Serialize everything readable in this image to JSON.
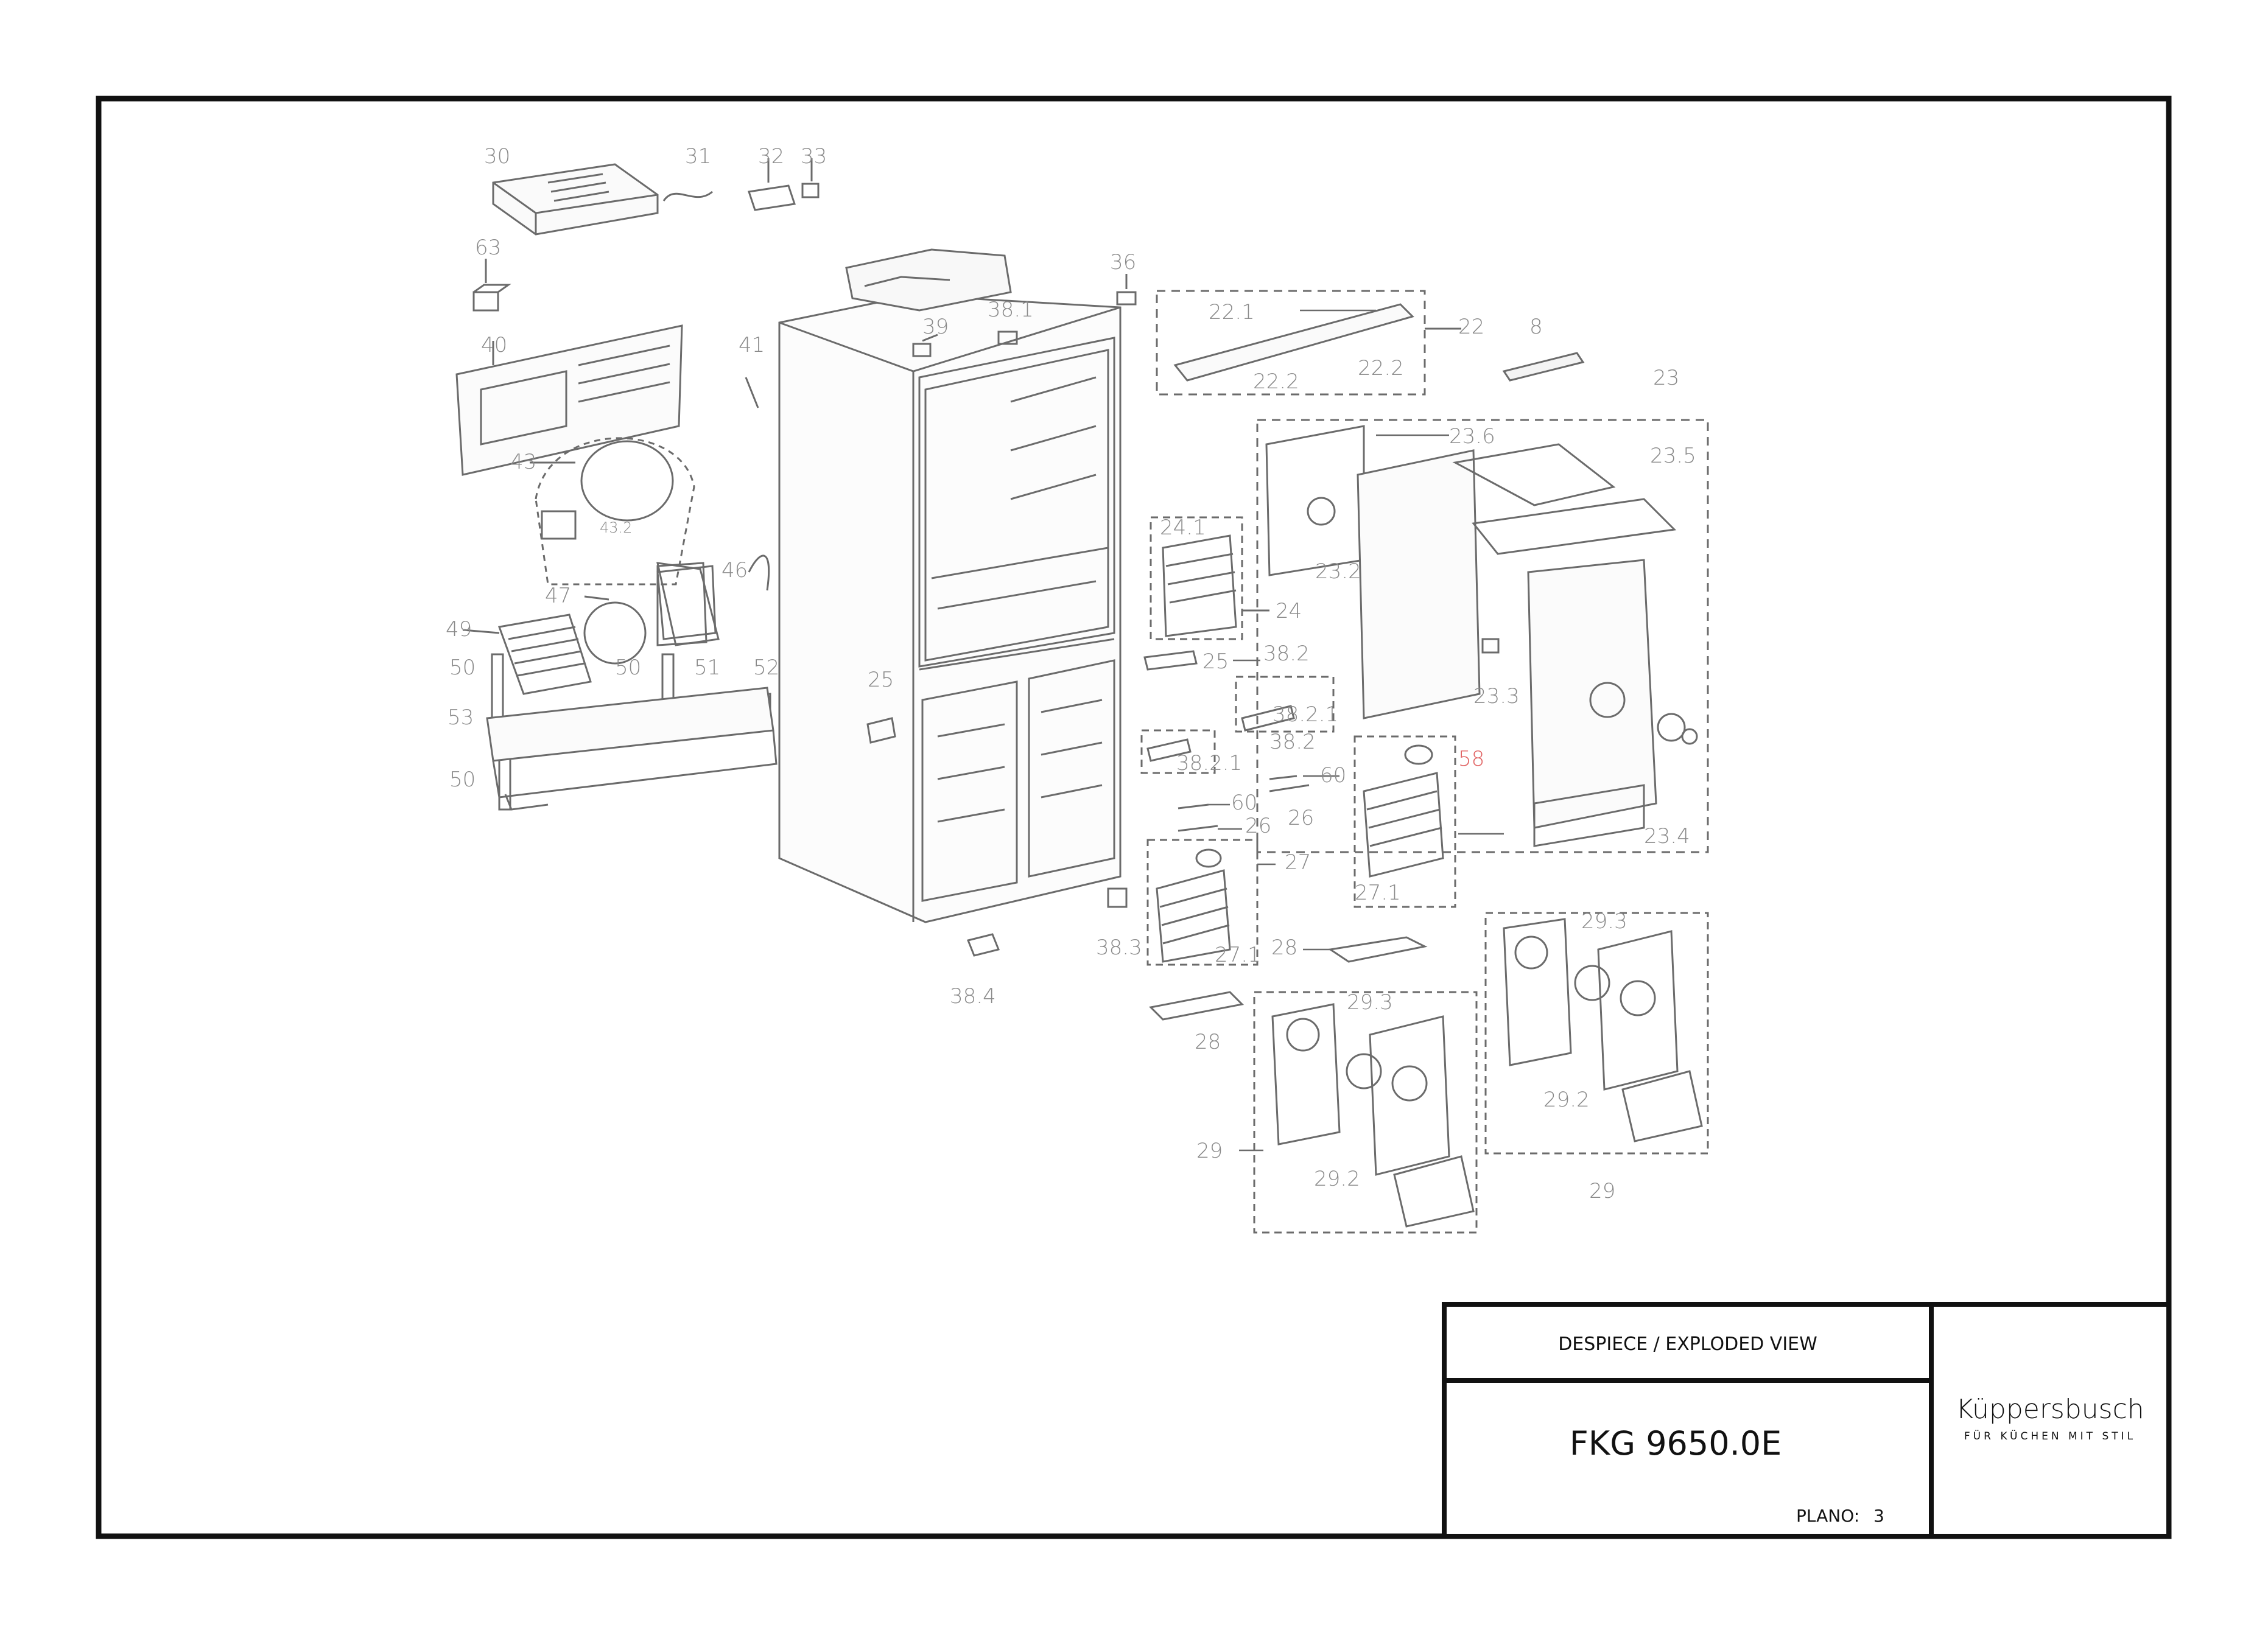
{
  "title_block": {
    "heading": "DESPIECE / EXPLODED VIEW",
    "model": "FKG 9650.0E",
    "plan_label": "PLANO:",
    "plan_number": "3",
    "brand_name": "Küppersbusch",
    "brand_tagline": "FÜR KÜCHEN MIT STIL"
  },
  "part_labels": [
    {
      "id": "l30",
      "text": "30"
    },
    {
      "id": "l31",
      "text": "31"
    },
    {
      "id": "l32",
      "text": "32"
    },
    {
      "id": "l33",
      "text": "33"
    },
    {
      "id": "l63",
      "text": "63"
    },
    {
      "id": "l40",
      "text": "40"
    },
    {
      "id": "l41",
      "text": "41"
    },
    {
      "id": "l43",
      "text": "43"
    },
    {
      "id": "l43_2",
      "text": "43.2"
    },
    {
      "id": "l46",
      "text": "46"
    },
    {
      "id": "l47",
      "text": "47"
    },
    {
      "id": "l49",
      "text": "49"
    },
    {
      "id": "l50a",
      "text": "50"
    },
    {
      "id": "l50b",
      "text": "50"
    },
    {
      "id": "l50c",
      "text": "50"
    },
    {
      "id": "l51",
      "text": "51"
    },
    {
      "id": "l52",
      "text": "52"
    },
    {
      "id": "l53",
      "text": "53"
    },
    {
      "id": "l25a",
      "text": "25"
    },
    {
      "id": "l36",
      "text": "36"
    },
    {
      "id": "l39",
      "text": "39"
    },
    {
      "id": "l38_1",
      "text": "38.1"
    },
    {
      "id": "l22_1",
      "text": "22.1"
    },
    {
      "id": "l22",
      "text": "22"
    },
    {
      "id": "l22_2a",
      "text": "22.2"
    },
    {
      "id": "l22_2b",
      "text": "22.2"
    },
    {
      "id": "l8",
      "text": "8"
    },
    {
      "id": "l23",
      "text": "23"
    },
    {
      "id": "l23_6",
      "text": "23.6"
    },
    {
      "id": "l23_5",
      "text": "23.5"
    },
    {
      "id": "l23_2",
      "text": "23.2"
    },
    {
      "id": "l23_3",
      "text": "23.3"
    },
    {
      "id": "l23_4",
      "text": "23.4"
    },
    {
      "id": "l24_1",
      "text": "24.1"
    },
    {
      "id": "l24",
      "text": "24"
    },
    {
      "id": "l25b",
      "text": "25"
    },
    {
      "id": "l38_2a",
      "text": "38.2"
    },
    {
      "id": "l38_2_1a",
      "text": "38.2.1"
    },
    {
      "id": "l38_2b",
      "text": "38.2"
    },
    {
      "id": "l38_2_1b",
      "text": "38.2.1"
    },
    {
      "id": "l58",
      "text": "58"
    },
    {
      "id": "l60a",
      "text": "60"
    },
    {
      "id": "l60b",
      "text": "60"
    },
    {
      "id": "l26a",
      "text": "26"
    },
    {
      "id": "l26b",
      "text": "26"
    },
    {
      "id": "l27",
      "text": "27"
    },
    {
      "id": "l27_1a",
      "text": "27.1"
    },
    {
      "id": "l27_1b",
      "text": "27.1"
    },
    {
      "id": "l38_3",
      "text": "38.3"
    },
    {
      "id": "l38_4",
      "text": "38.4"
    },
    {
      "id": "l28a",
      "text": "28"
    },
    {
      "id": "l28b",
      "text": "28"
    },
    {
      "id": "l29_3a",
      "text": "29.3"
    },
    {
      "id": "l29_3b",
      "text": "29.3"
    },
    {
      "id": "l29_2a",
      "text": "29.2"
    },
    {
      "id": "l29_2b",
      "text": "29.2"
    },
    {
      "id": "l29a",
      "text": "29"
    },
    {
      "id": "l29b",
      "text": "29"
    }
  ],
  "colors": {
    "frame": "#111111",
    "drawing": "#6b6b6b",
    "label": "#8a8a8a",
    "highlight_label": "#e06060"
  }
}
